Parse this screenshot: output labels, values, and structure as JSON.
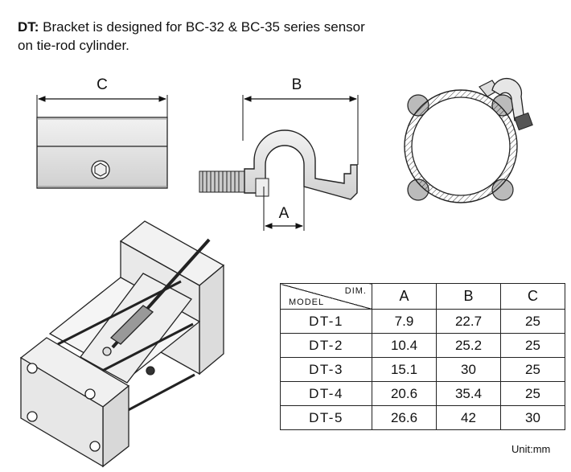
{
  "header": {
    "prefix": "DT:",
    "text": " Bracket is designed for BC-32 & BC-35 series sensor",
    "line2": "on tie-rod cylinder."
  },
  "dimensions": {
    "a": "A",
    "b": "B",
    "c": "C"
  },
  "table": {
    "header_dim": "DIM.",
    "header_model": "MODEL",
    "columns": [
      "A",
      "B",
      "C"
    ],
    "rows": [
      {
        "model": "DT-1",
        "a": "7.9",
        "b": "22.7",
        "c": "25"
      },
      {
        "model": "DT-2",
        "a": "10.4",
        "b": "25.2",
        "c": "25"
      },
      {
        "model": "DT-3",
        "a": "15.1",
        "b": "30",
        "c": "25"
      },
      {
        "model": "DT-4",
        "a": "20.6",
        "b": "35.4",
        "c": "25"
      },
      {
        "model": "DT-5",
        "a": "26.6",
        "b": "42",
        "c": "30"
      }
    ],
    "unit": "Unit:mm"
  }
}
